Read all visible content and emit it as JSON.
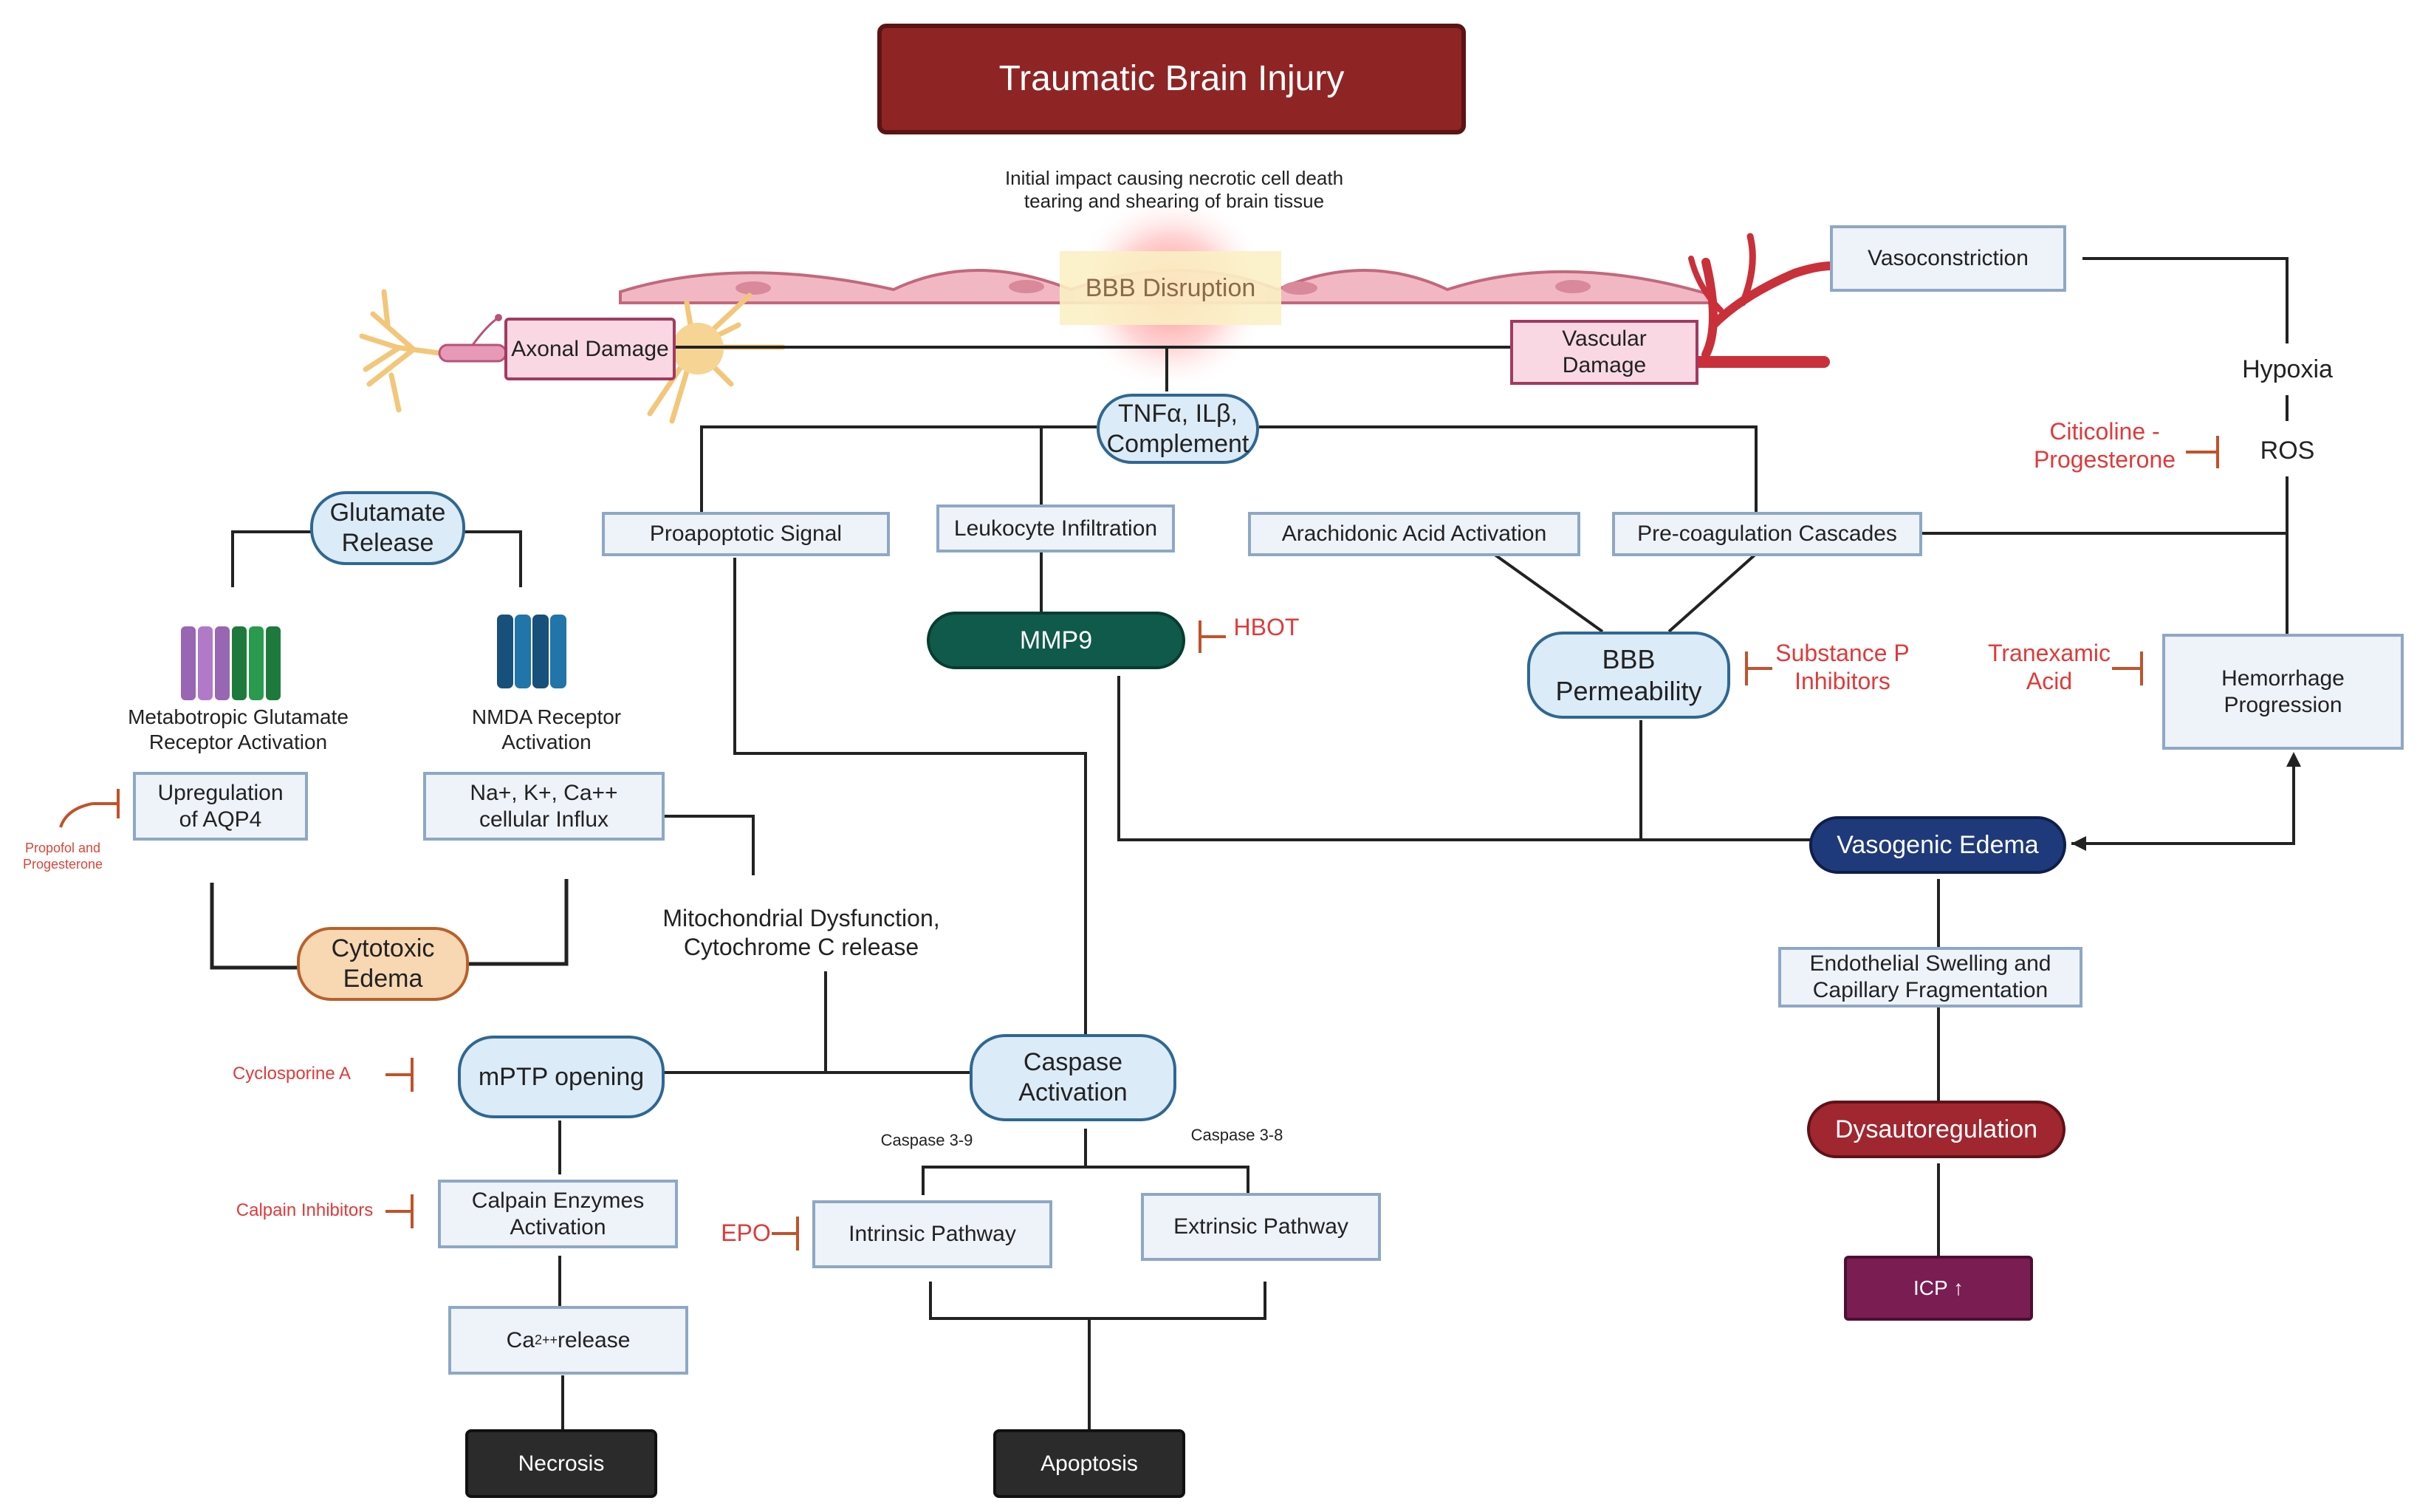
{
  "title": "Traumatic Brain Injury",
  "impact_note": "Initial impact causing necrotic cell death\ntearing and shearing of brain tissue",
  "bbb_disruption": "BBB Disruption",
  "axonal_damage": "Axonal Damage",
  "vascular_damage": "Vascular\nDamage",
  "cytokines": "TNFα, ILβ,\nComplement",
  "vasoconstriction": "Vasoconstriction",
  "hypoxia": "Hypoxia",
  "ros": "ROS",
  "glutamate_release": "Glutamate\nRelease",
  "metabotropic": "Metabotropic Glutamate\nReceptor Activation",
  "nmda": "NMDA Receptor\nActivation",
  "aqp4": "Upregulation\nof AQP4",
  "influx": "Na+, K+, Ca++\ncellular Influx",
  "cytotoxic_edema": "Cytotoxic\nEdema",
  "mito": "Mitochondrial Dysfunction,\nCytochrome C release",
  "proapoptotic": "Proapoptotic Signal",
  "leukocyte": "Leukocyte Infiltration",
  "mmp9": "MMP9",
  "arachidonic": "Arachidonic Acid Activation",
  "precoag": "Pre-coagulation Cascades",
  "bbb_perm": "BBB\nPermeability",
  "hemorrhage": "Hemorrhage\nProgression",
  "vasogenic": "Vasogenic Edema",
  "endothelial": "Endothelial Swelling and\nCapillary Fragmentation",
  "dysauto": "Dysautoregulation",
  "icp": "ICP ↑",
  "mptp": "mPTP opening",
  "calpain_act": "Calpain Enzymes\nActivation",
  "ca_release_base": "Ca",
  "ca_release_sup": "2++",
  "ca_release_rest": " release",
  "necrosis": "Necrosis",
  "caspase": "Caspase\nActivation",
  "caspase39": "Caspase 3-9",
  "caspase38": "Caspase 3-8",
  "intrinsic": "Intrinsic Pathway",
  "extrinsic": "Extrinsic Pathway",
  "apoptosis": "Apoptosis",
  "inhibitors": {
    "citicoline": "Citicoline -\nProgesterone",
    "hbot": "HBOT",
    "substance_p": "Substance P\nInhibitors",
    "tranexamic": "Tranexamic\nAcid",
    "propofol": "Propofol and\nProgesterone",
    "cyclosporine": "Cyclosporine A",
    "calpain_inh": "Calpain Inhibitors",
    "epo": "EPO"
  },
  "colors": {
    "title_fill": "#8f2424",
    "mmp9_fill": "#0f5a4a",
    "vasogenic_fill": "#1f3a7a",
    "dysauto_fill": "#a02630",
    "icp_fill": "#7a1d52",
    "cytotoxic_fill": "#f8d7b3",
    "inhibitor_text": "#e03a3a",
    "connector": "#222222"
  }
}
